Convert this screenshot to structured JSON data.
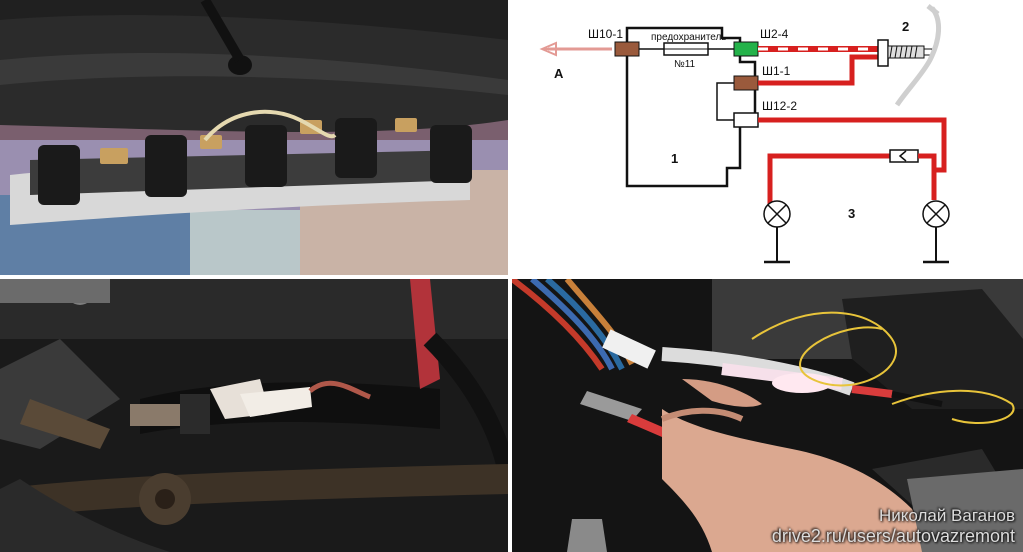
{
  "diagram": {
    "connector_sh10_1": "Ш10-1",
    "connector_sh2_4": "Ш2-4",
    "connector_sh1_1": "Ш1-1",
    "connector_sh12_2": "Ш12-2",
    "fuse_label": "предохранитель",
    "fuse_number": "№11",
    "label_a": "А",
    "label_1": "1",
    "label_2": "2",
    "label_3": "3"
  },
  "watermark": {
    "author": "Николай Ваганов",
    "url": "drive2.ru/users/autovazremont"
  },
  "colors": {
    "wire_red": "#d7201f",
    "wire_pink": "#e39a94",
    "connector_brown": "#9a5a3c",
    "connector_green": "#24b24a"
  }
}
